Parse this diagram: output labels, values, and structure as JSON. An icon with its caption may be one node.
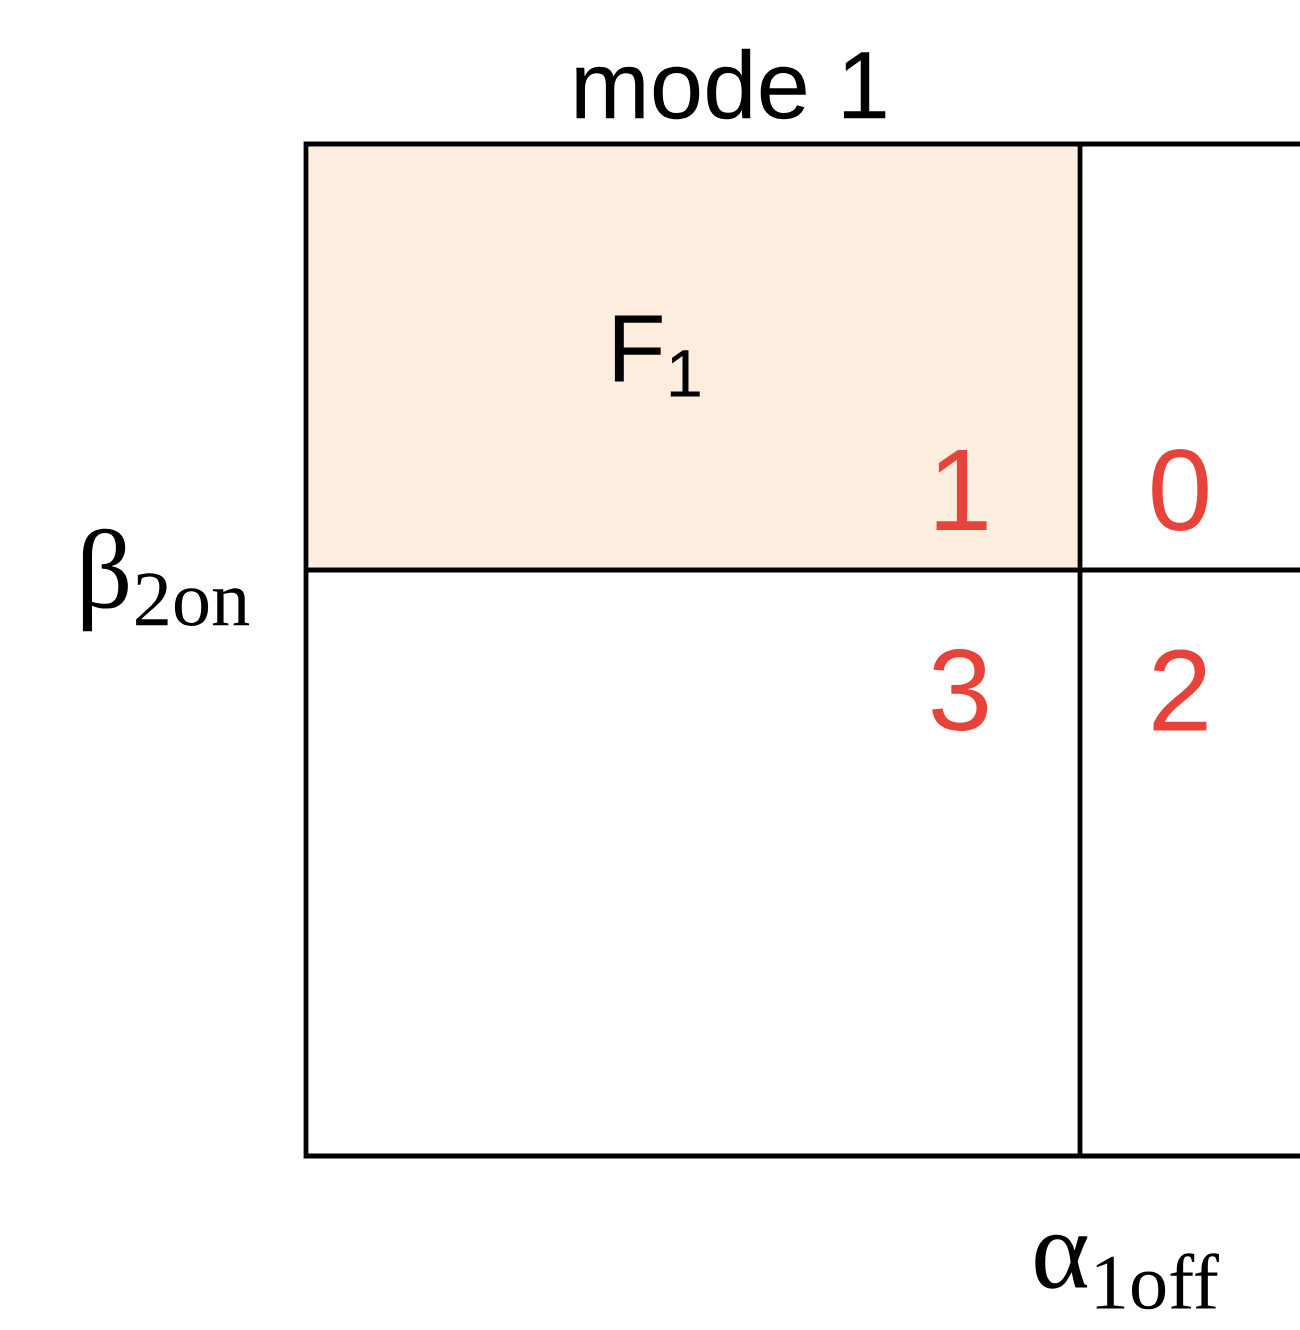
{
  "diagram": {
    "nodes": [
      {
        "text": [
          "F$_{1}$",
          "1"
        ]
      },
      {
        "text": [
          "0"
        ]
      },
      {
        "text": [
          "3"
        ]
      },
      {
        "text": [
          "2"
        ]
      }
    ],
    "labels": [
      "mode 1",
      "β$_{2on}$",
      "α$_{1off}$"
    ]
  }
}
